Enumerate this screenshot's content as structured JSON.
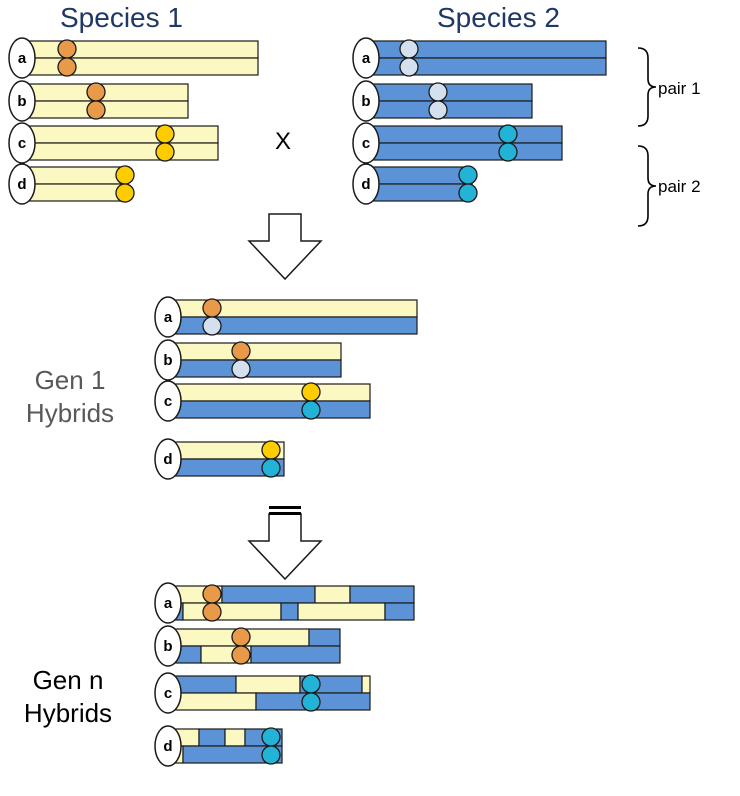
{
  "titles": {
    "species1": "Species 1",
    "species2": "Species 2"
  },
  "cross_symbol": "X",
  "brackets": {
    "pair1": "pair 1",
    "pair2": "pair 2"
  },
  "generations": {
    "gen1": {
      "line1": "Gen 1",
      "line2": "Hybrids"
    },
    "genn": {
      "line1": "Gen n",
      "line2": "Hybrids"
    }
  },
  "chromosome_letters": [
    "a",
    "b",
    "c",
    "d"
  ],
  "colors": {
    "species1_chromosome": "#fbf8c2",
    "species2_chromosome": "#5b93d6",
    "outline": "#1a1a1a",
    "pair1_centromere_species1": "#e99a48",
    "pair1_centromere_species2": "#d5e0ef",
    "pair2_centromere_species1": "#ffcc00",
    "pair2_centromere_species2": "#22b3d6",
    "species_title": "#1f3864",
    "gen1_label": "#595959"
  },
  "icons": {
    "arrow": "down-arrow-icon",
    "arrow_with_bars": "down-arrow-with-bars-icon",
    "bracket": "right-brace-icon"
  }
}
